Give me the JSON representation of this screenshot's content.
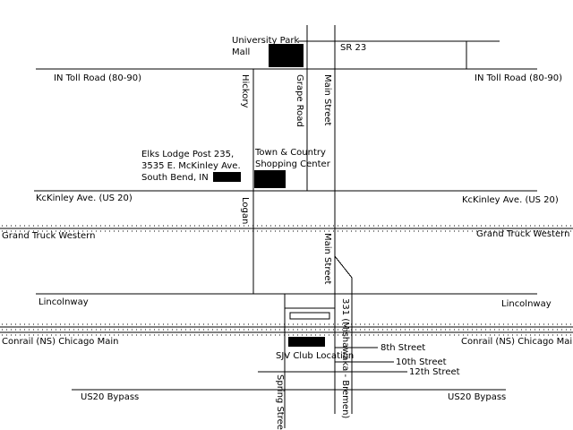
{
  "map": {
    "roads": {
      "sr23": "SR 23",
      "toll_road_left": "IN Toll Road (80-90)",
      "toll_road_right": "IN Toll Road (80-90)",
      "hickory": "Hickory",
      "grape_road": "Grape Road",
      "main_street_north": "Main Street",
      "main_street_south": "Main Street",
      "mckinley_left": "KcKinley Ave. (US 20)",
      "mckinley_right": "KcKinley Ave. (US 20)",
      "logan": "Logan",
      "lincolnway_left": "Lincolnway",
      "lincolnway_right": "Lincolnway",
      "route_331": "331 (Mishawaka - Bremen)",
      "eighth_street": "8th Street",
      "tenth_street": "10th Street",
      "twelfth_street": "12th Street",
      "us20_bypass_left": "US20 Bypass",
      "us20_bypass_right": "US20 Bypass",
      "spring_street": "Spring Street"
    },
    "railroads": {
      "grand_trunk_left": "Grand Truck Western",
      "grand_trunk_right": "Grand Truck Western",
      "conrail_left": "Conrail (NS) Chicago Main",
      "conrail_right": "Conrail (NS) Chicago Main"
    },
    "landmarks": {
      "mall_line1": "University Park",
      "mall_line2": "Mall",
      "town_country_line1": "Town & Country",
      "town_country_line2": "Shopping Center",
      "elks_line1": "Elks Lodge Post 235,",
      "elks_line2": "3535 E. McKinley Ave.",
      "elks_line3": "South Bend, IN",
      "sjv_club": "SJV Club Location"
    }
  }
}
